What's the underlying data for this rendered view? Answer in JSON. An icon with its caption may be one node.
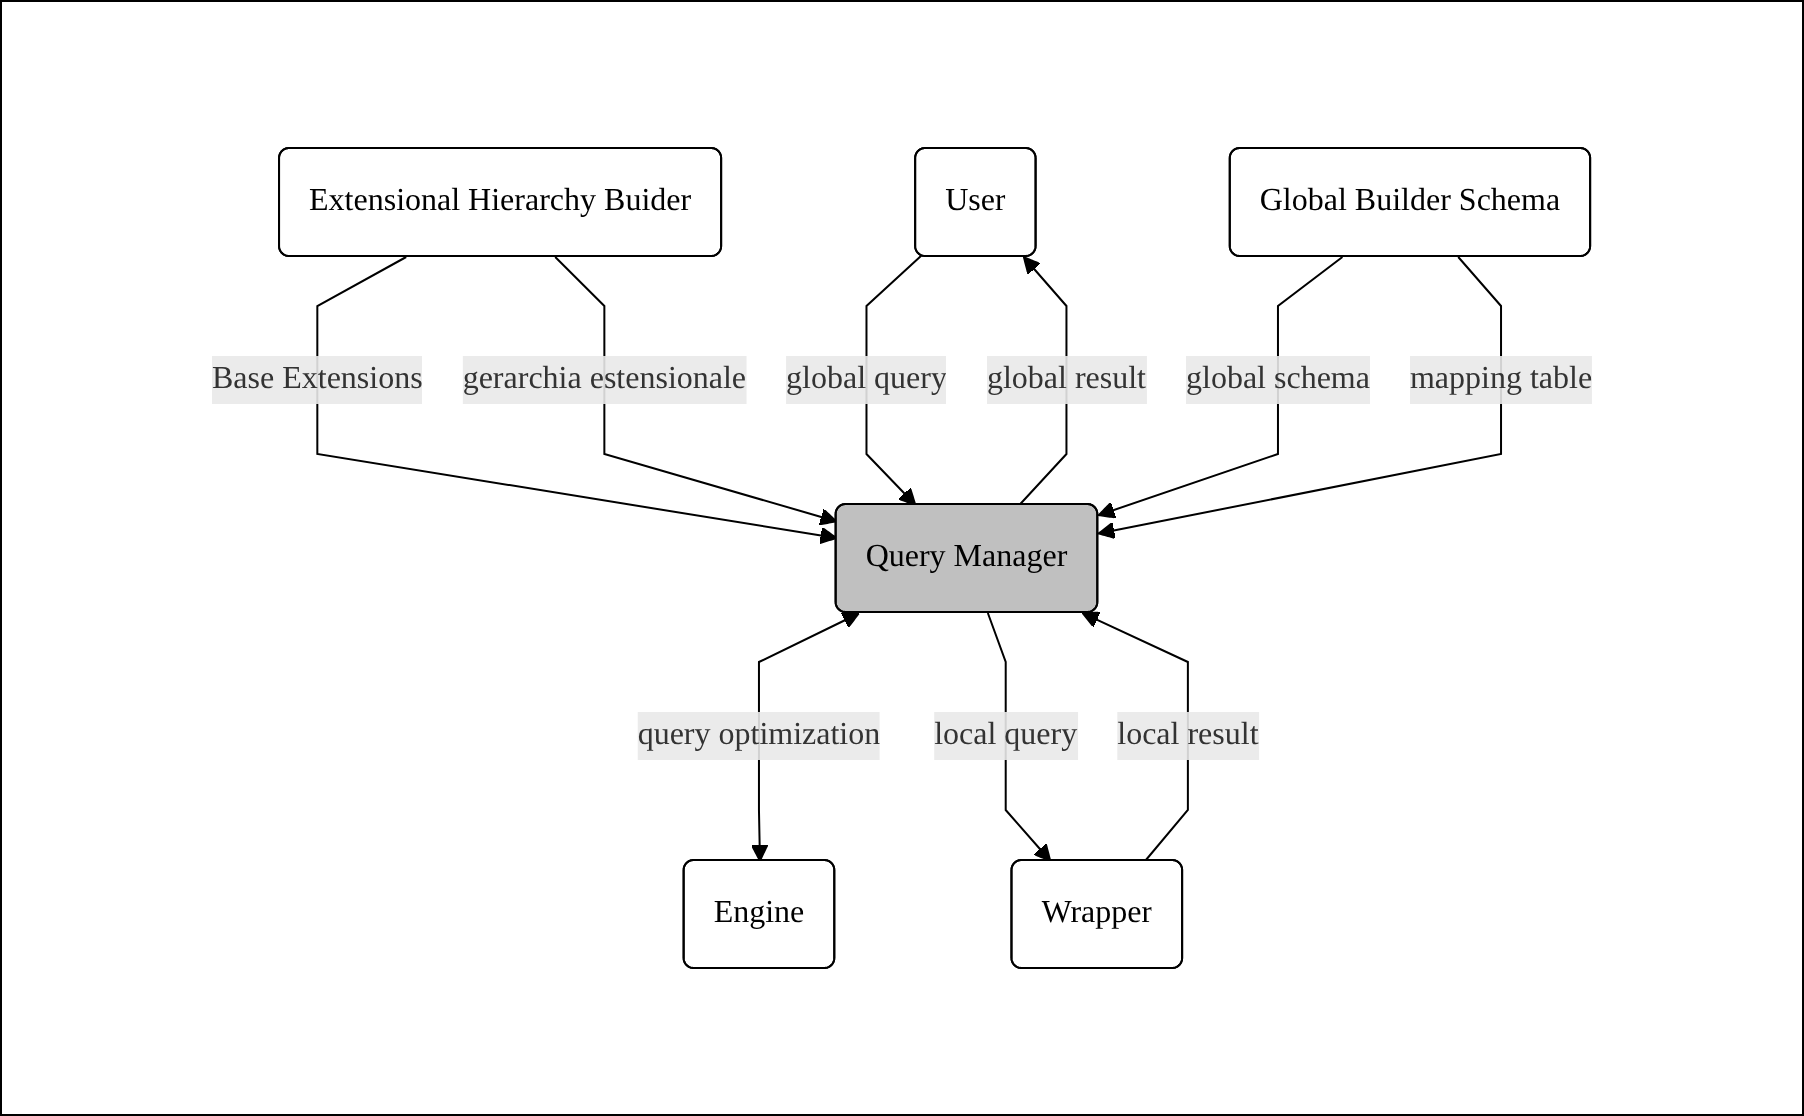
{
  "diagram": {
    "nodes": [
      {
        "text": [
          "User"
        ]
      },
      {
        "text": [
          "Extensional Hierarchy Buider"
        ]
      },
      {
        "text": [
          "Query Manager"
        ]
      },
      {
        "text": [
          "Global Builder Schema"
        ]
      },
      {
        "text": [
          "Engine"
        ]
      },
      {
        "text": [
          "Wrapper"
        ]
      }
    ],
    "edges": [
      {
        "from": 2,
        "to": 0,
        "arrow": "to",
        "label": "global result"
      },
      {
        "from": 0,
        "to": 2,
        "arrow": "to",
        "label": "global query"
      },
      {
        "from": 1,
        "to": 2,
        "arrow": "to",
        "label": "Base Extensions"
      },
      {
        "from": 1,
        "to": 2,
        "arrow": "to",
        "label": "gerarchia estensionale"
      },
      {
        "from": 3,
        "to": 2,
        "arrow": "to",
        "label": "global schema"
      },
      {
        "from": 3,
        "to": 2,
        "arrow": "to",
        "label": "mapping table"
      },
      {
        "from": 2,
        "to": 4,
        "arrow": "both",
        "label": "query optimization"
      },
      {
        "from": 5,
        "to": 2,
        "arrow": "to",
        "label": "local result"
      },
      {
        "from": 2,
        "to": 5,
        "arrow": "to",
        "label": "local query"
      }
    ]
  }
}
